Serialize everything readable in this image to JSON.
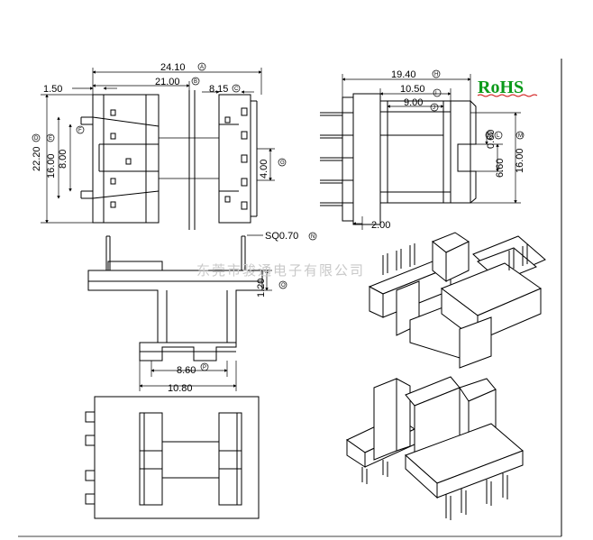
{
  "watermark": "东莞市骏通电子有限公司",
  "badge": {
    "text": "RoHS",
    "color": "#0b9a1a"
  },
  "dimensions": {
    "d_24_10": "24.10",
    "d_21_00": "21.00",
    "d_8_15": "8.15",
    "d_1_50": "1.50",
    "d_22_20": "22.20",
    "d_16_00_left": "16.00",
    "d_8_00": "8.00",
    "d_4_00": "4.00",
    "d_19_40": "19.40",
    "d_10_50": "10.50",
    "d_9_00": "9.00",
    "d_0_60": "0.60",
    "d_6_60": "6.60",
    "d_16_00_right": "16.00",
    "d_2_00": "2.00",
    "d_sq": "SQ0.70",
    "d_1_20": "1.20",
    "d_8_60": "8.60",
    "d_10_80": "10.80"
  },
  "markers": {
    "A": "A",
    "B": "B",
    "C": "C",
    "D": "D",
    "E": "E",
    "F": "F",
    "G": "G",
    "H": "H",
    "I": "I",
    "J": "J",
    "K": "K",
    "L": "L",
    "M": "M",
    "N": "N",
    "O": "O",
    "P": "P"
  }
}
